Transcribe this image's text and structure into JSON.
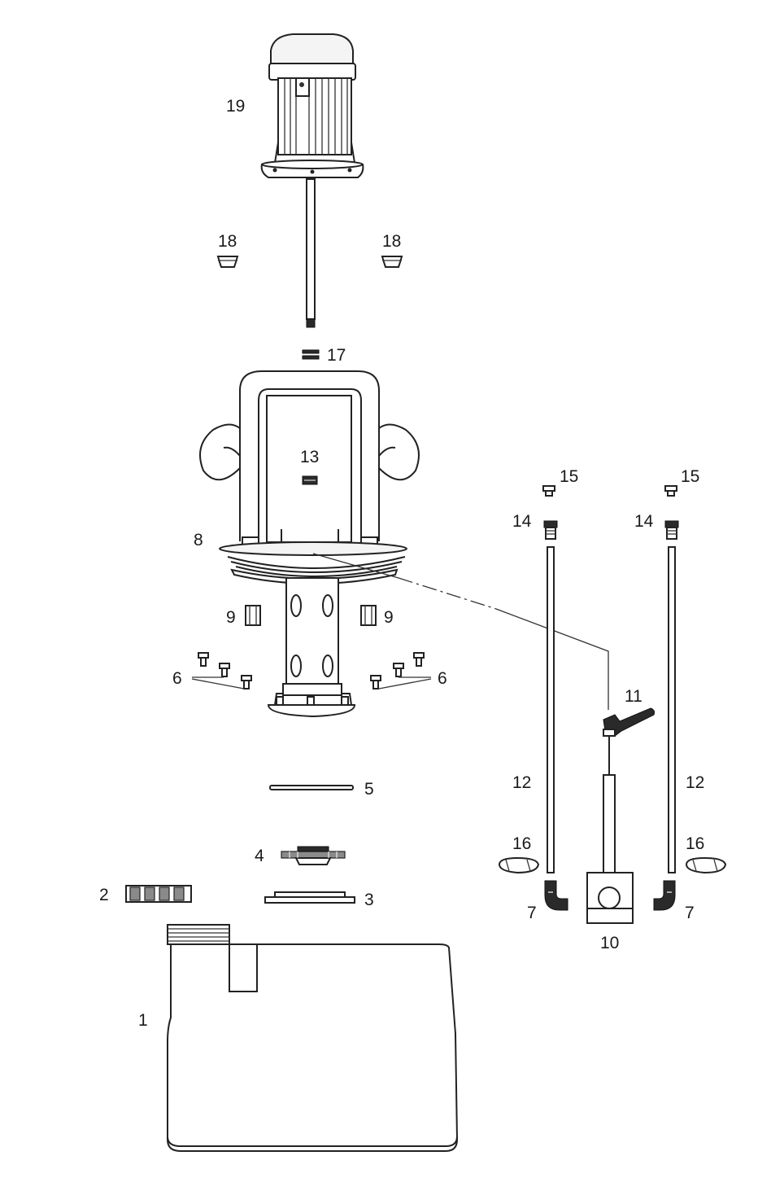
{
  "labels": {
    "p1": "1",
    "p2": "2",
    "p3": "3",
    "p4": "4",
    "p5": "5",
    "p6_left": "6",
    "p6_right": "6",
    "p7_left": "7",
    "p7_right": "7",
    "p8": "8",
    "p9_left": "9",
    "p9_right": "9",
    "p10": "10",
    "p11": "11",
    "p12_left": "12",
    "p12_right": "12",
    "p13": "13",
    "p14_left": "14",
    "p14_right": "14",
    "p15_left": "15",
    "p15_right": "15",
    "p16_left": "16",
    "p16_right": "16",
    "p17": "17",
    "p18_left": "18",
    "p18_right": "18",
    "p19": "19"
  }
}
